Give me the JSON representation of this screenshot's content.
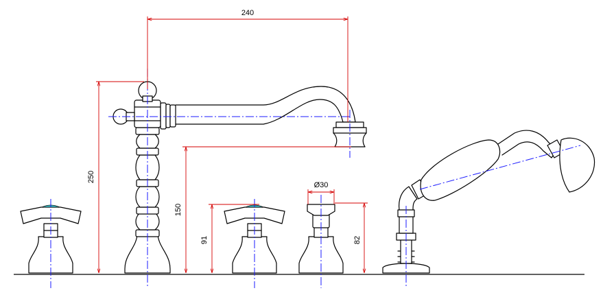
{
  "dimensions": {
    "spout_reach": "240",
    "total_height": "250",
    "spout_height": "150",
    "valve_height": "91",
    "diverter_diameter": "Ø30",
    "diverter_height": "82"
  },
  "colors": {
    "outline": "#000000",
    "dimension_lines": "#d40000",
    "center_lines": "#1a1aff",
    "handle_cap": "#40c0c8"
  }
}
